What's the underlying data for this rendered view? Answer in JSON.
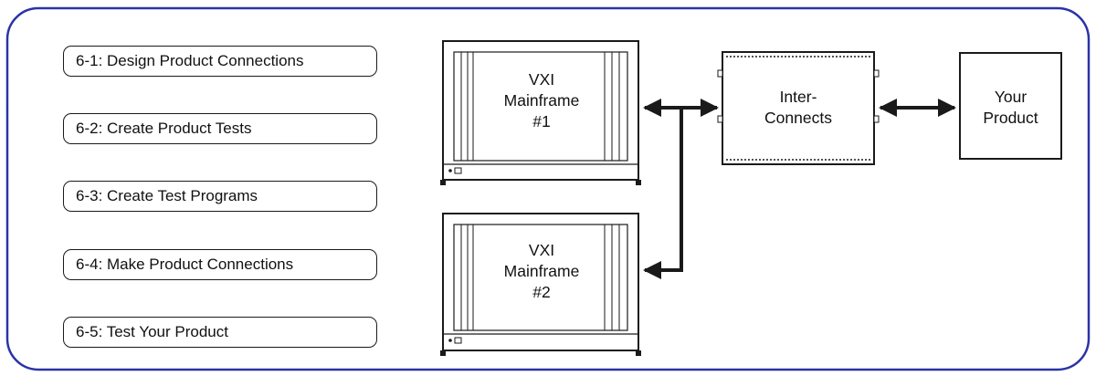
{
  "steps": [
    {
      "label": "6-1: Design Product Connections"
    },
    {
      "label": "6-2: Create Product Tests"
    },
    {
      "label": "6-3: Create Test Programs"
    },
    {
      "label": "6-4: Make Product Connections"
    },
    {
      "label": "6-5: Test Your Product"
    }
  ],
  "mainframe1": {
    "line1": "VXI",
    "line2": "Mainframe",
    "line3": "#1"
  },
  "mainframe2": {
    "line1": "VXI",
    "line2": "Mainframe",
    "line3": "#2"
  },
  "interconnects": {
    "line1": "Inter-",
    "line2": "Connects"
  },
  "product": {
    "line1": "Your",
    "line2": "Product"
  },
  "colors": {
    "frame_border": "#2a33a8",
    "line": "#1a1a1a",
    "background": "#ffffff"
  }
}
